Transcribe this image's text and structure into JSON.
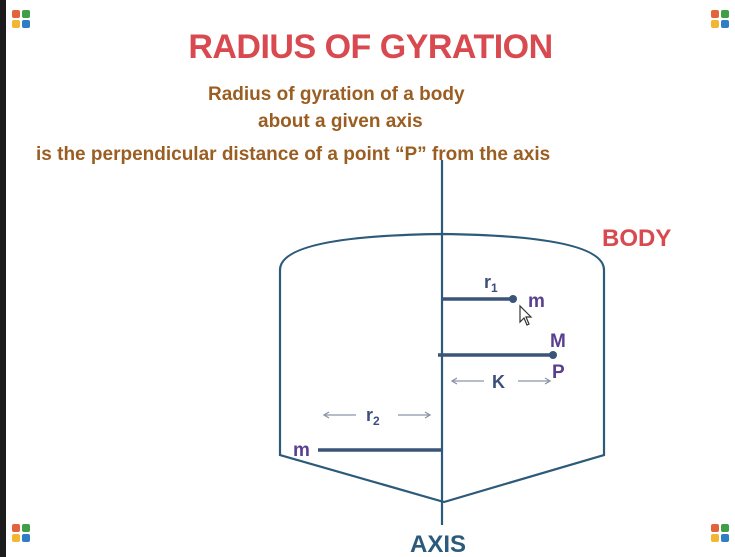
{
  "slide": {
    "title": "RADIUS OF GYRATION",
    "definition_line_1": "Radius of gyration of a body",
    "definition_line_2": "about a given axis",
    "definition_line_3": "is the perpendicular distance of a point “P” from the axis"
  },
  "diagram": {
    "body_label": "BODY",
    "axis_label": "AXIS",
    "r1_label": "r",
    "r1_sub": "1",
    "r2_label": "r",
    "r2_sub": "2",
    "k_label": "K",
    "mass_top_label": "m",
    "mass_big_label": "M",
    "point_label": "P",
    "mass_left_label": "m"
  },
  "colors": {
    "title": "#d84a4f",
    "text": "#9b5e22",
    "lines": "#2b5a7a",
    "labels": "#5a3f8f"
  },
  "icons": [
    "app-logo-icon",
    "cursor-icon"
  ]
}
